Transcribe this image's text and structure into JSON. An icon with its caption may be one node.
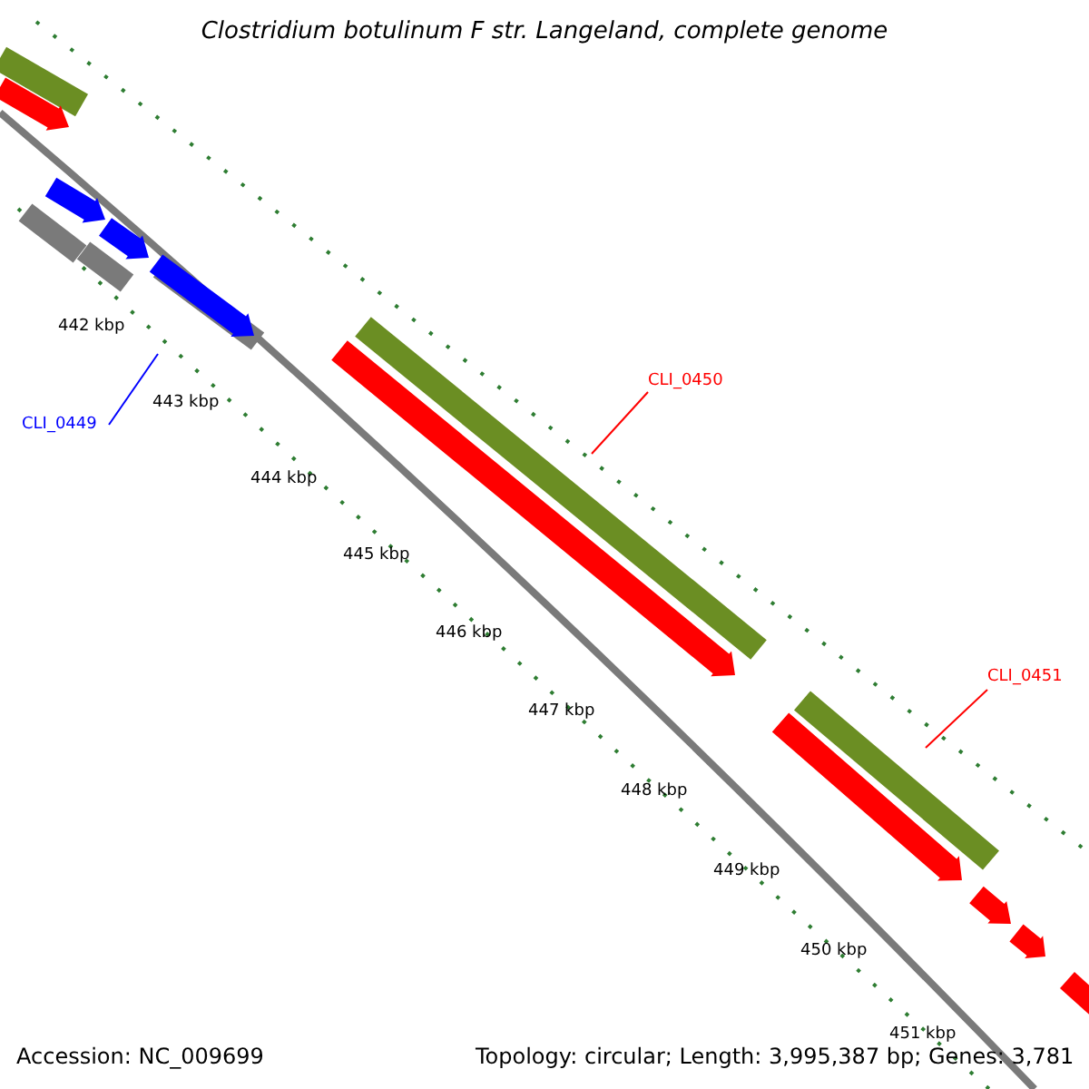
{
  "diagram": {
    "title": "Clostridium botulinum F str. Langeland, complete genome",
    "nodes": [
      {
        "text": [
          "CLI_0449"
        ]
      },
      {
        "text": [],
        "shape": "arrow"
      },
      {
        "text": [
          "CLI_0450"
        ]
      },
      {
        "text": [],
        "shape": "arrow"
      },
      {
        "text": [
          "CLI_0451"
        ]
      },
      {
        "text": [],
        "shape": "arrow"
      }
    ],
    "edges": [
      {
        "from": 0,
        "to": 1,
        "arrow": "none",
        "color": "#0000ff"
      },
      {
        "from": 2,
        "to": 3,
        "arrow": "none",
        "color": "#ff0000"
      },
      {
        "from": 4,
        "to": 5,
        "arrow": "none",
        "color": "#ff0000"
      }
    ],
    "labels": [
      "442 kbp",
      "443 kbp",
      "444 kbp",
      "445 kbp",
      "446 kbp",
      "447 kbp",
      "448 kbp",
      "449 kbp",
      "450 kbp",
      "451 kbp",
      "Accession: NC_009699",
      "Topology: circular; Length: 3,995,387 bp; Genes: 3,781"
    ]
  }
}
